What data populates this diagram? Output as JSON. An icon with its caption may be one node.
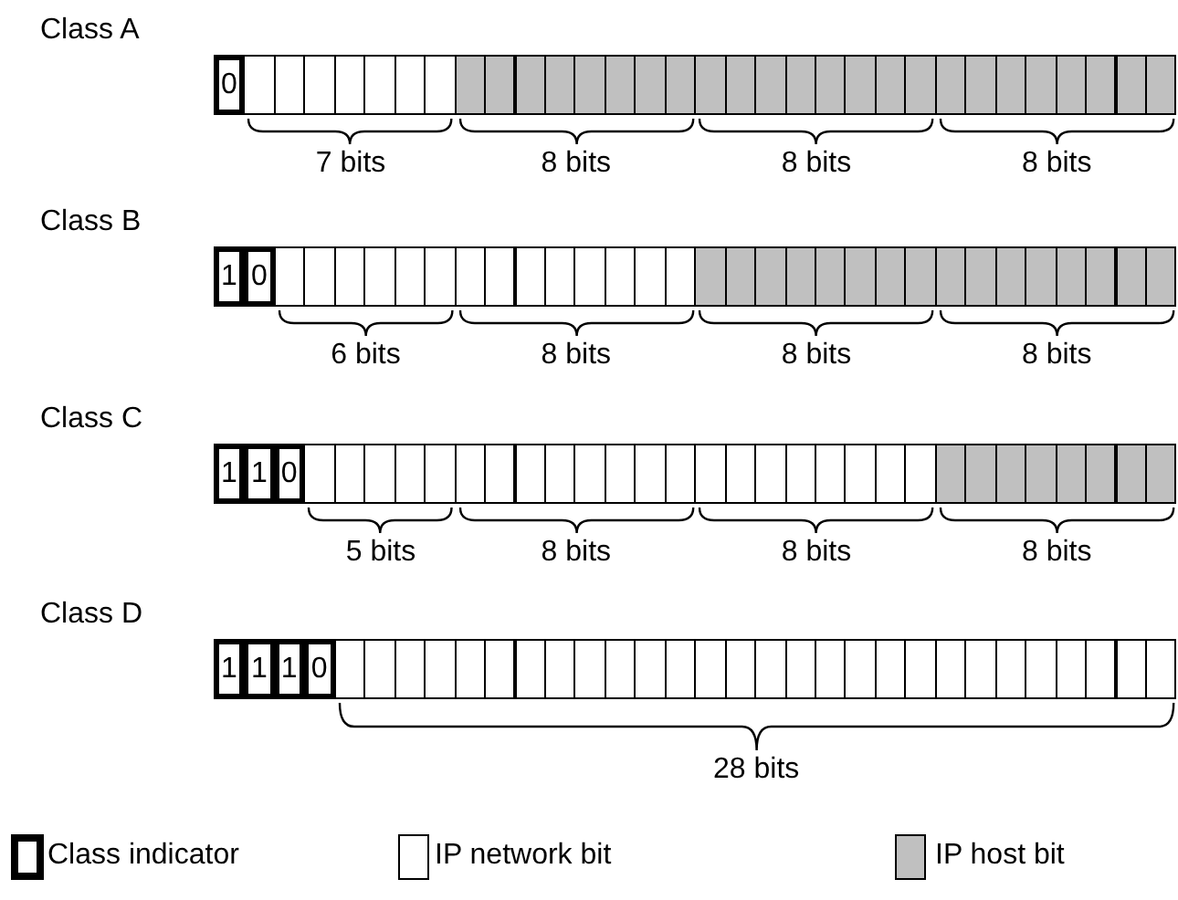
{
  "diagram": {
    "labels": [
      "Class A",
      "0",
      "7 bits",
      "8 bits",
      "8 bits",
      "8 bits",
      "Class B",
      "1",
      "0",
      "6 bits",
      "8 bits",
      "8 bits",
      "8 bits",
      "Class C",
      "1",
      "1",
      "0",
      "5 bits",
      "8 bits",
      "8 bits",
      "8 bits",
      "Class D",
      "1",
      "1",
      "1",
      "0",
      "28 bits"
    ],
    "legend": [
      {
        "text": "Class indicator"
      },
      {
        "text": "IP network bit",
        "color": "#ffffff"
      },
      {
        "text": "IP host bit",
        "color": "#c0c0c0"
      }
    ]
  }
}
